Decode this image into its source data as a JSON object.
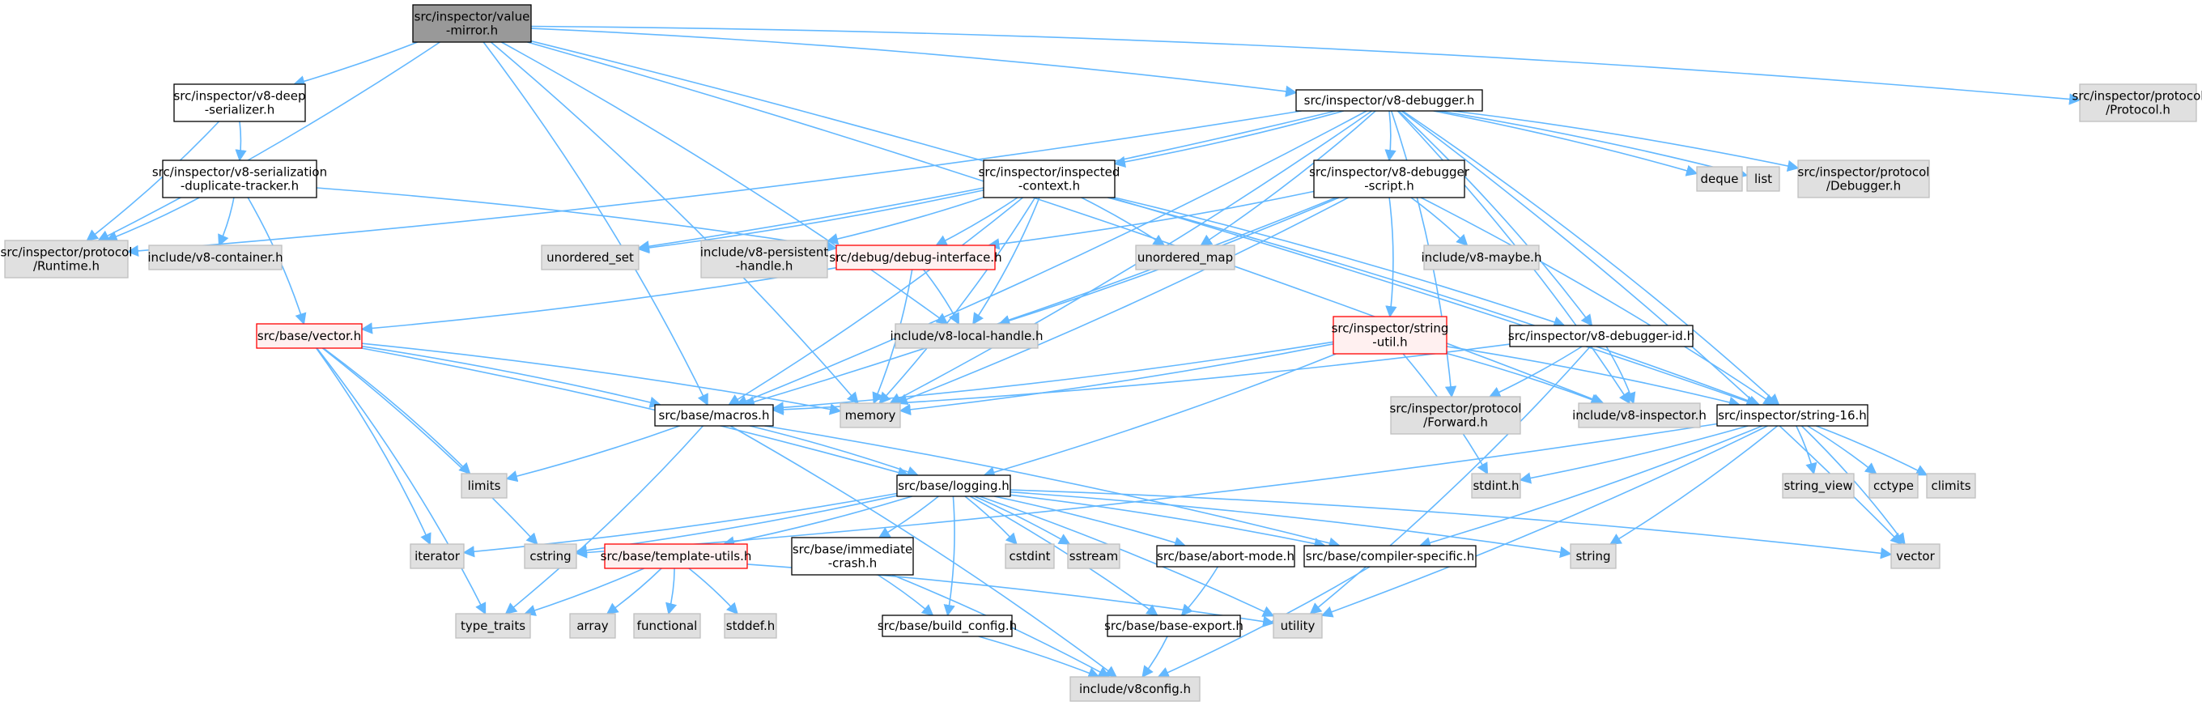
{
  "colors": {
    "edge": "#63b8ff",
    "root_fill": "#999999",
    "header_fill": "#ffffff",
    "header_stroke": "#000000",
    "system_fill": "#e0e0e0",
    "system_stroke": "#bfbfbf",
    "truncated_fill": "#fff0f0",
    "truncated_stroke": "#ff0000",
    "text": "#000000"
  },
  "node_kinds": [
    "root",
    "header",
    "system",
    "truncated"
  ],
  "nodes": [
    {
      "id": "value_mirror",
      "lines": [
        "src/inspector/value",
        "-mirror.h"
      ],
      "kind": "root"
    },
    {
      "id": "deep_serializer",
      "lines": [
        "src/inspector/v8-deep",
        "-serializer.h"
      ],
      "kind": "header"
    },
    {
      "id": "v8_debugger",
      "lines": [
        "src/inspector/v8-debugger.h"
      ],
      "kind": "header"
    },
    {
      "id": "protocol_h",
      "lines": [
        "src/inspector/protocol",
        "/Protocol.h"
      ],
      "kind": "system"
    },
    {
      "id": "serialization_tracker",
      "lines": [
        "src/inspector/v8-serialization",
        "-duplicate-tracker.h"
      ],
      "kind": "header"
    },
    {
      "id": "inspected_context",
      "lines": [
        "src/inspector/inspected",
        "-context.h"
      ],
      "kind": "header"
    },
    {
      "id": "debugger_script",
      "lines": [
        "src/inspector/v8-debugger",
        "-script.h"
      ],
      "kind": "header"
    },
    {
      "id": "deque",
      "lines": [
        "deque"
      ],
      "kind": "system"
    },
    {
      "id": "list",
      "lines": [
        "list"
      ],
      "kind": "system"
    },
    {
      "id": "protocol_debugger",
      "lines": [
        "src/inspector/protocol",
        "/Debugger.h"
      ],
      "kind": "system"
    },
    {
      "id": "protocol_runtime",
      "lines": [
        "src/inspector/protocol",
        "/Runtime.h"
      ],
      "kind": "system"
    },
    {
      "id": "v8_container",
      "lines": [
        "include/v8-container.h"
      ],
      "kind": "system"
    },
    {
      "id": "unordered_set",
      "lines": [
        "unordered_set"
      ],
      "kind": "system"
    },
    {
      "id": "v8_persistent",
      "lines": [
        "include/v8-persistent",
        "-handle.h"
      ],
      "kind": "system"
    },
    {
      "id": "debug_interface",
      "lines": [
        "src/debug/debug-interface.h"
      ],
      "kind": "truncated"
    },
    {
      "id": "unordered_map",
      "lines": [
        "unordered_map"
      ],
      "kind": "system"
    },
    {
      "id": "v8_maybe",
      "lines": [
        "include/v8-maybe.h"
      ],
      "kind": "system"
    },
    {
      "id": "base_vector",
      "lines": [
        "src/base/vector.h"
      ],
      "kind": "truncated"
    },
    {
      "id": "v8_local_handle",
      "lines": [
        "include/v8-local-handle.h"
      ],
      "kind": "system"
    },
    {
      "id": "string_util",
      "lines": [
        "src/inspector/string",
        "-util.h"
      ],
      "kind": "truncated"
    },
    {
      "id": "debugger_id",
      "lines": [
        "src/inspector/v8-debugger-id.h"
      ],
      "kind": "header"
    },
    {
      "id": "base_macros",
      "lines": [
        "src/base/macros.h"
      ],
      "kind": "header"
    },
    {
      "id": "memory",
      "lines": [
        "memory"
      ],
      "kind": "system"
    },
    {
      "id": "protocol_forward",
      "lines": [
        "src/inspector/protocol",
        "/Forward.h"
      ],
      "kind": "system"
    },
    {
      "id": "v8_inspector",
      "lines": [
        "include/v8-inspector.h"
      ],
      "kind": "system"
    },
    {
      "id": "string16",
      "lines": [
        "src/inspector/string-16.h"
      ],
      "kind": "header"
    },
    {
      "id": "limits",
      "lines": [
        "limits"
      ],
      "kind": "system"
    },
    {
      "id": "stdint",
      "lines": [
        "stdint.h"
      ],
      "kind": "system"
    },
    {
      "id": "base_logging",
      "lines": [
        "src/base/logging.h"
      ],
      "kind": "header"
    },
    {
      "id": "string_view",
      "lines": [
        "string_view"
      ],
      "kind": "system"
    },
    {
      "id": "cctype",
      "lines": [
        "cctype"
      ],
      "kind": "system"
    },
    {
      "id": "climits",
      "lines": [
        "climits"
      ],
      "kind": "system"
    },
    {
      "id": "iterator",
      "lines": [
        "iterator"
      ],
      "kind": "system"
    },
    {
      "id": "cstring",
      "lines": [
        "cstring"
      ],
      "kind": "system"
    },
    {
      "id": "template_utils",
      "lines": [
        "src/base/template-utils.h"
      ],
      "kind": "truncated"
    },
    {
      "id": "immediate_crash",
      "lines": [
        "src/base/immediate",
        "-crash.h"
      ],
      "kind": "header"
    },
    {
      "id": "cstdint",
      "lines": [
        "cstdint"
      ],
      "kind": "system"
    },
    {
      "id": "sstream",
      "lines": [
        "sstream"
      ],
      "kind": "system"
    },
    {
      "id": "abort_mode",
      "lines": [
        "src/base/abort-mode.h"
      ],
      "kind": "header"
    },
    {
      "id": "compiler_specific",
      "lines": [
        "src/base/compiler-specific.h"
      ],
      "kind": "header"
    },
    {
      "id": "string",
      "lines": [
        "string"
      ],
      "kind": "system"
    },
    {
      "id": "vector",
      "lines": [
        "vector"
      ],
      "kind": "system"
    },
    {
      "id": "type_traits",
      "lines": [
        "type_traits"
      ],
      "kind": "system"
    },
    {
      "id": "array",
      "lines": [
        "array"
      ],
      "kind": "system"
    },
    {
      "id": "functional",
      "lines": [
        "functional"
      ],
      "kind": "system"
    },
    {
      "id": "stddef",
      "lines": [
        "stddef.h"
      ],
      "kind": "system"
    },
    {
      "id": "build_config",
      "lines": [
        "src/base/build_config.h"
      ],
      "kind": "header"
    },
    {
      "id": "base_export",
      "lines": [
        "src/base/base-export.h"
      ],
      "kind": "header"
    },
    {
      "id": "utility",
      "lines": [
        "utility"
      ],
      "kind": "system"
    },
    {
      "id": "v8config",
      "lines": [
        "include/v8config.h"
      ],
      "kind": "system"
    }
  ],
  "edges": [
    [
      "value_mirror",
      "deep_serializer"
    ],
    [
      "value_mirror",
      "v8_debugger"
    ],
    [
      "value_mirror",
      "protocol_h"
    ],
    [
      "value_mirror",
      "protocol_runtime"
    ],
    [
      "value_mirror",
      "base_macros"
    ],
    [
      "value_mirror",
      "v8_local_handle"
    ],
    [
      "value_mirror",
      "memory"
    ],
    [
      "value_mirror",
      "v8_inspector"
    ],
    [
      "value_mirror",
      "string16"
    ],
    [
      "deep_serializer",
      "serialization_tracker"
    ],
    [
      "deep_serializer",
      "protocol_runtime"
    ],
    [
      "serialization_tracker",
      "protocol_runtime"
    ],
    [
      "serialization_tracker",
      "v8_container"
    ],
    [
      "serialization_tracker",
      "debug_interface"
    ],
    [
      "serialization_tracker",
      "base_vector"
    ],
    [
      "v8_debugger",
      "inspected_context"
    ],
    [
      "v8_debugger",
      "debugger_script"
    ],
    [
      "v8_debugger",
      "deque"
    ],
    [
      "v8_debugger",
      "list"
    ],
    [
      "v8_debugger",
      "protocol_debugger"
    ],
    [
      "v8_debugger",
      "protocol_runtime"
    ],
    [
      "v8_debugger",
      "unordered_set"
    ],
    [
      "v8_debugger",
      "unordered_map"
    ],
    [
      "v8_debugger",
      "debugger_id"
    ],
    [
      "v8_debugger",
      "base_macros"
    ],
    [
      "v8_debugger",
      "memory"
    ],
    [
      "v8_debugger",
      "protocol_forward"
    ],
    [
      "v8_debugger",
      "v8_inspector"
    ],
    [
      "v8_debugger",
      "string16"
    ],
    [
      "v8_debugger",
      "vector"
    ],
    [
      "inspected_context",
      "unordered_set"
    ],
    [
      "inspected_context",
      "v8_persistent"
    ],
    [
      "inspected_context",
      "debug_interface"
    ],
    [
      "inspected_context",
      "unordered_map"
    ],
    [
      "inspected_context",
      "v8_local_handle"
    ],
    [
      "inspected_context",
      "debugger_id"
    ],
    [
      "inspected_context",
      "base_macros"
    ],
    [
      "inspected_context",
      "memory"
    ],
    [
      "inspected_context",
      "string16"
    ],
    [
      "debugger_script",
      "debug_interface"
    ],
    [
      "debugger_script",
      "v8_maybe"
    ],
    [
      "debugger_script",
      "v8_local_handle"
    ],
    [
      "debugger_script",
      "string_util"
    ],
    [
      "debugger_script",
      "base_macros"
    ],
    [
      "debugger_script",
      "memory"
    ],
    [
      "debugger_script",
      "string16"
    ],
    [
      "debug_interface",
      "base_vector"
    ],
    [
      "debug_interface",
      "v8_local_handle"
    ],
    [
      "debug_interface",
      "memory"
    ],
    [
      "base_vector",
      "base_macros"
    ],
    [
      "base_vector",
      "memory"
    ],
    [
      "base_vector",
      "limits"
    ],
    [
      "base_vector",
      "base_logging"
    ],
    [
      "base_vector",
      "iterator"
    ],
    [
      "base_vector",
      "cstring"
    ],
    [
      "base_vector",
      "type_traits"
    ],
    [
      "string_util",
      "base_macros"
    ],
    [
      "string_util",
      "memory"
    ],
    [
      "string_util",
      "v8_inspector"
    ],
    [
      "string_util",
      "string16"
    ],
    [
      "string_util",
      "base_logging"
    ],
    [
      "string_util",
      "stdint"
    ],
    [
      "debugger_id",
      "protocol_forward"
    ],
    [
      "debugger_id",
      "v8_inspector"
    ],
    [
      "debugger_id",
      "utility"
    ],
    [
      "debugger_id",
      "base_macros"
    ],
    [
      "base_macros",
      "limits"
    ],
    [
      "base_macros",
      "base_logging"
    ],
    [
      "base_macros",
      "compiler_specific"
    ],
    [
      "base_macros",
      "type_traits"
    ],
    [
      "base_macros",
      "v8config"
    ],
    [
      "string16",
      "stdint"
    ],
    [
      "string16",
      "string_view"
    ],
    [
      "string16",
      "cctype"
    ],
    [
      "string16",
      "climits"
    ],
    [
      "string16",
      "vector"
    ],
    [
      "string16",
      "string"
    ],
    [
      "string16",
      "utility"
    ],
    [
      "string16",
      "compiler_specific"
    ],
    [
      "string16",
      "cstring"
    ],
    [
      "base_logging",
      "cstring"
    ],
    [
      "base_logging",
      "iterator"
    ],
    [
      "base_logging",
      "template_utils"
    ],
    [
      "base_logging",
      "immediate_crash"
    ],
    [
      "base_logging",
      "cstdint"
    ],
    [
      "base_logging",
      "sstream"
    ],
    [
      "base_logging",
      "abort_mode"
    ],
    [
      "base_logging",
      "compiler_specific"
    ],
    [
      "base_logging",
      "string"
    ],
    [
      "base_logging",
      "vector"
    ],
    [
      "base_logging",
      "build_config"
    ],
    [
      "base_logging",
      "base_export"
    ],
    [
      "base_logging",
      "utility"
    ],
    [
      "template_utils",
      "type_traits"
    ],
    [
      "template_utils",
      "array"
    ],
    [
      "template_utils",
      "functional"
    ],
    [
      "template_utils",
      "stddef"
    ],
    [
      "template_utils",
      "utility"
    ],
    [
      "immediate_crash",
      "build_config"
    ],
    [
      "immediate_crash",
      "v8config"
    ],
    [
      "abort_mode",
      "base_export"
    ],
    [
      "compiler_specific",
      "v8config"
    ],
    [
      "build_config",
      "v8config"
    ],
    [
      "base_export",
      "v8config"
    ]
  ]
}
